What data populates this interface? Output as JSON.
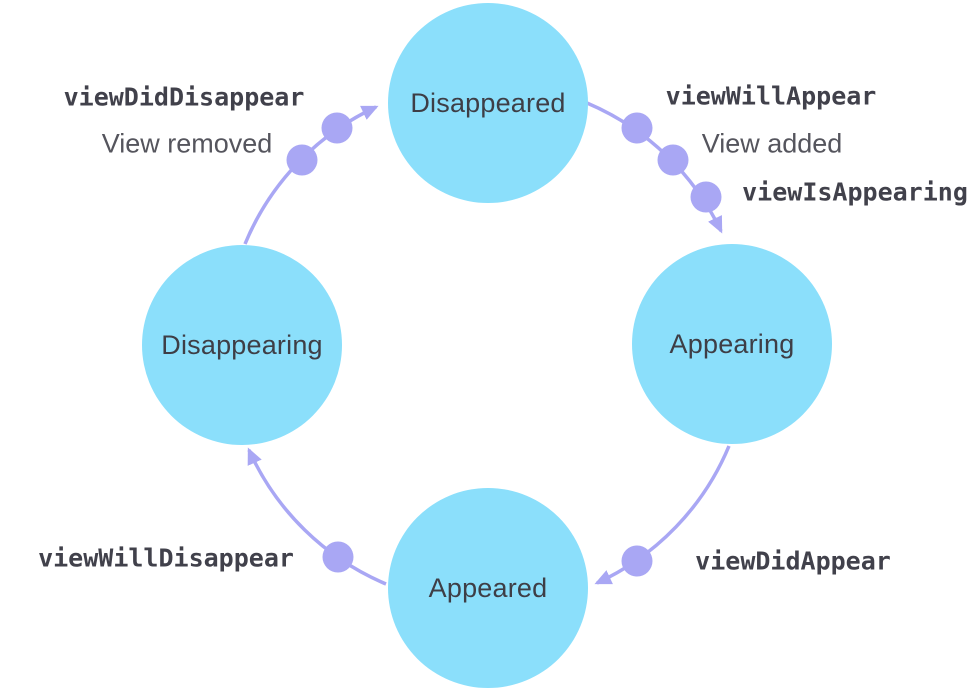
{
  "diagram": {
    "title_implied": "View controller lifecycle",
    "colors": {
      "background": "#FFFFFF",
      "node_fill": "#8BDFFB",
      "node_text": "#3E3E46",
      "arrow": "#A9A7F4",
      "mono_label_text": "#41414B",
      "plain_label_text": "#55555D"
    },
    "nodes": [
      {
        "id": "disappeared",
        "label": "Disappeared"
      },
      {
        "id": "appearing",
        "label": "Appearing"
      },
      {
        "id": "appeared",
        "label": "Appeared"
      },
      {
        "id": "disappearing",
        "label": "Disappearing"
      }
    ],
    "annotations": {
      "view_did_disappear": "viewDidDisappear",
      "view_removed": "View removed",
      "view_will_appear": "viewWillAppear",
      "view_added": "View added",
      "view_is_appearing": "viewIsAppearing",
      "view_will_disappear": "viewWillDisappear",
      "view_did_appear": "viewDidAppear"
    },
    "transitions": [
      {
        "from": "disappearing",
        "to": "disappeared",
        "dots": 2,
        "labels": [
          "viewDidDisappear",
          "View removed"
        ]
      },
      {
        "from": "disappeared",
        "to": "appearing",
        "dots": 3,
        "labels": [
          "viewWillAppear",
          "View added",
          "viewIsAppearing"
        ]
      },
      {
        "from": "appearing",
        "to": "appeared",
        "dots": 1,
        "labels": [
          "viewDidAppear"
        ]
      },
      {
        "from": "appeared",
        "to": "disappearing",
        "dots": 1,
        "labels": [
          "viewWillDisappear"
        ]
      }
    ]
  }
}
